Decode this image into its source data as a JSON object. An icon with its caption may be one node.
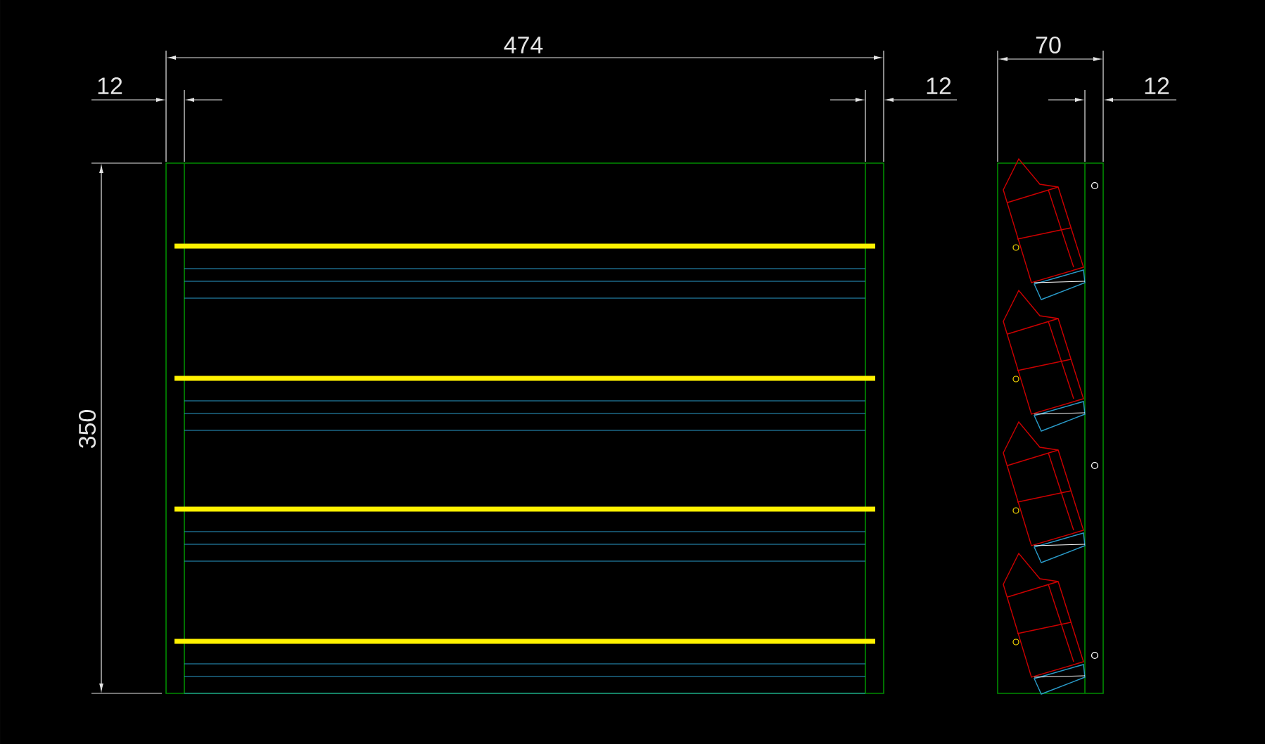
{
  "diagram": {
    "labels": [
      "474",
      "12",
      "12",
      "70",
      "12",
      "350"
    ]
  }
}
